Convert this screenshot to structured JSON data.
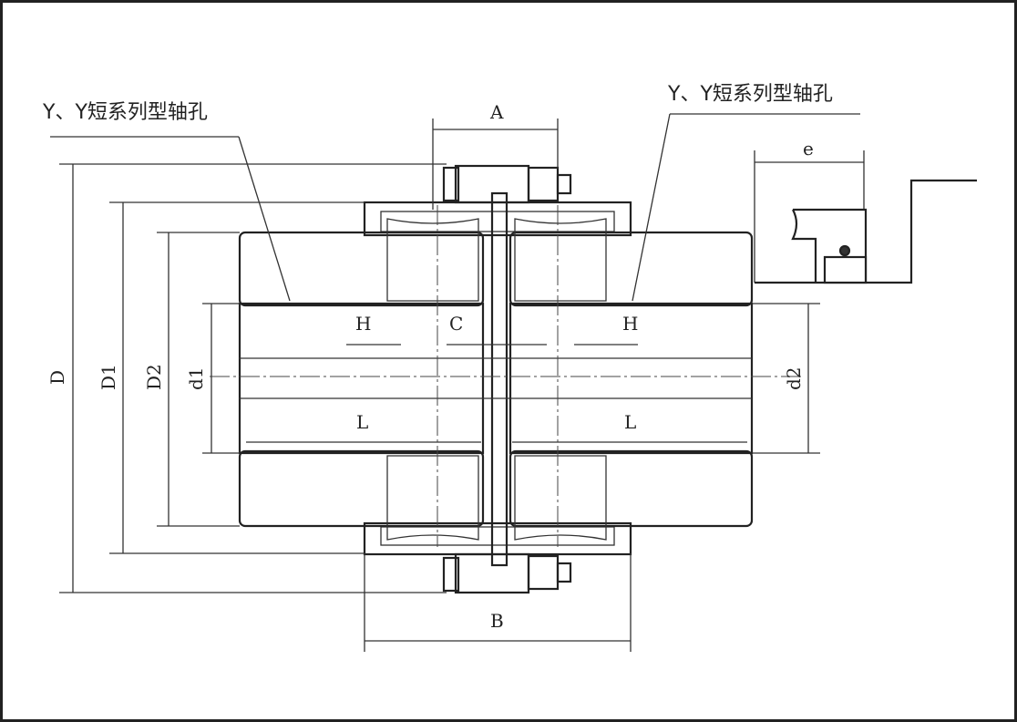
{
  "callouts": {
    "left": "Y、Y短系列型轴孔",
    "right": "Y、Y短系列型轴孔"
  },
  "dimensions": {
    "A": "A",
    "B": "B",
    "C": "C",
    "H_left": "H",
    "H_right": "H",
    "L_left": "L",
    "L_right": "L",
    "D": "D",
    "D1": "D1",
    "D2": "D2",
    "d1": "d1",
    "d2": "d2",
    "e": "e"
  }
}
